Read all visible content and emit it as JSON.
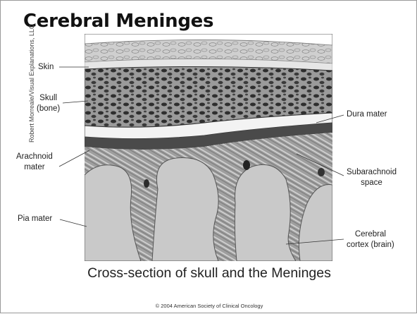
{
  "slide_title": "Cerebral Meninges",
  "side_credit": "Robert Morreale/Visual Explanations, LLC",
  "labels": {
    "skin": "Skin",
    "skull": "Skull",
    "skull_sub": "(bone)",
    "dura": "Dura mater",
    "arachnoid": "Arachnoid",
    "arachnoid_sub": "mater",
    "subarachnoid": "Subarachnoid",
    "subarachnoid_sub": "space",
    "pia": "Pia mater",
    "cortex": "Cerebral",
    "cortex_sub": "cortex (brain)"
  },
  "caption": "Cross-section of skull and the Meninges",
  "copyright": "© 2004 American Society of Clinical Oncology"
}
